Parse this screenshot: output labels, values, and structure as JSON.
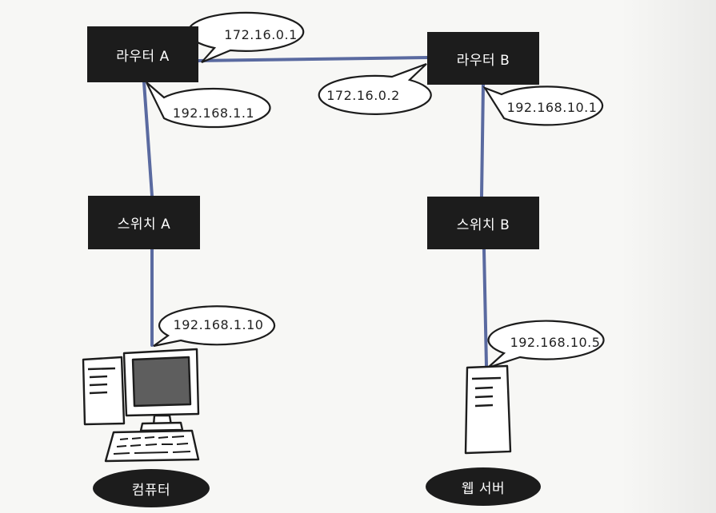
{
  "nodes": {
    "router_a": "라우터 A",
    "router_b": "라우터 B",
    "switch_a": "스위치 A",
    "switch_b": "스위치 B"
  },
  "addresses": {
    "router_a_wan": "172.16.0.1",
    "router_b_wan": "172.16.0.2",
    "router_a_lan": "192.168.1.1",
    "router_b_lan": "192.168.10.1",
    "computer": "192.168.1.10",
    "web_server": "192.168.10.5"
  },
  "endpoints": {
    "computer": "컴퓨터",
    "web_server": "웹 서버"
  },
  "colors": {
    "link": "#5a6aa0",
    "node_fill": "#1c1c1c",
    "node_text": "#ffffff",
    "bubble_fill": "#ffffff",
    "bubble_stroke": "#1c1c1c",
    "monitor_screen": "#5e5e5e"
  },
  "icons": {
    "computer": "desktop-computer-icon",
    "web_server": "server-tower-icon"
  }
}
